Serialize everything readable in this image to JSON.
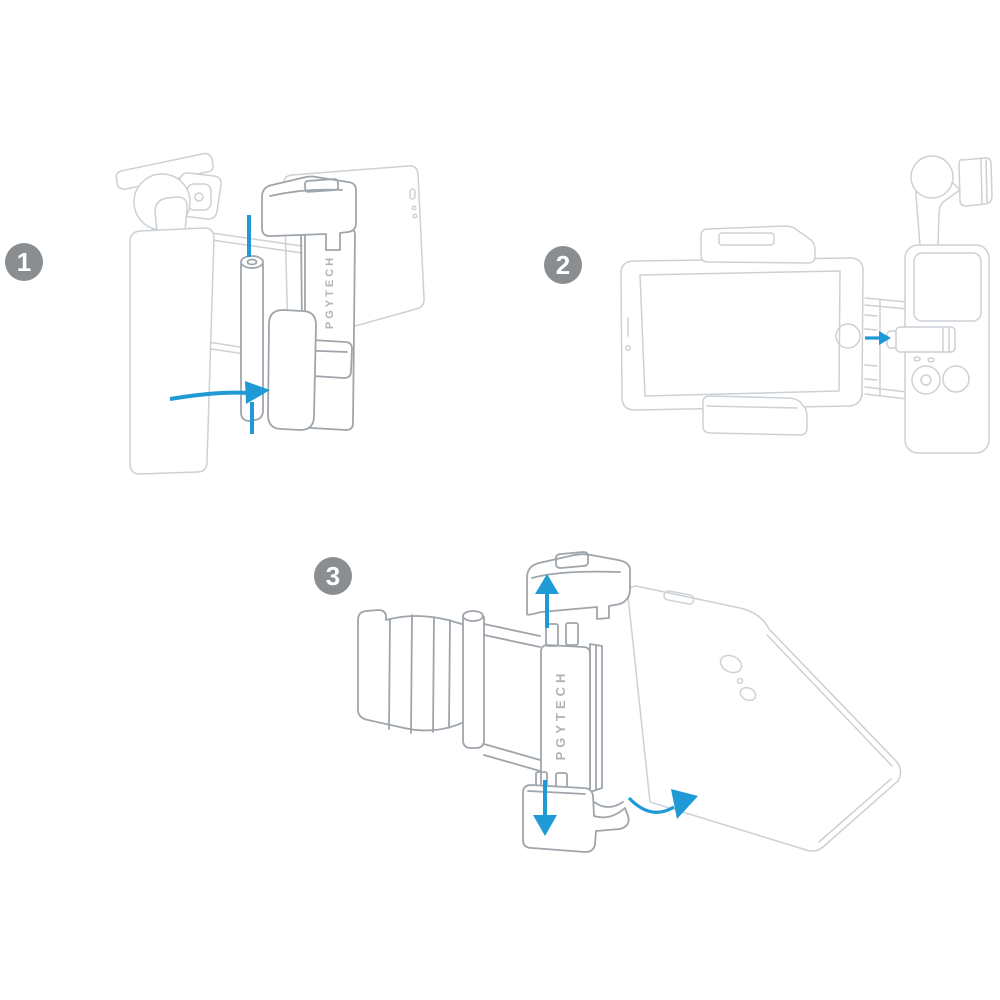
{
  "canvas": {
    "background": "#ffffff"
  },
  "colors": {
    "page_bg": "#ffffff",
    "faint_line": "#ccd1d5",
    "mid_line": "#9ea5ab",
    "arrow_blue": "#1f9ad6",
    "badge_bg": "#8a8e91",
    "badge_text": "#ffffff",
    "logo_text": "#aeb4ba"
  },
  "steps": [
    {
      "number": "1"
    },
    {
      "number": "2"
    },
    {
      "number": "3"
    }
  ],
  "brand": {
    "logo": "PGYTECH"
  },
  "icons": {
    "step1_arrows": [
      "down-insert-line-icon",
      "curved-right-arrow-icon",
      "up-insert-line-icon"
    ],
    "step2_arrows": [
      "right-arrow-icon"
    ],
    "step3_arrows": [
      "up-arrow-icon",
      "down-arrow-icon",
      "curved-right-arrow-icon"
    ]
  }
}
